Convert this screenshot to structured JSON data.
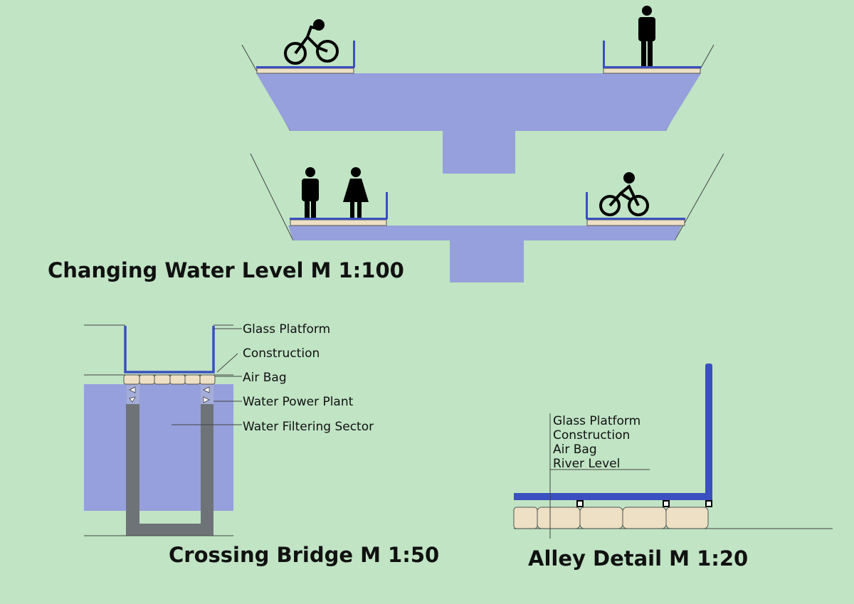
{
  "colors": {
    "background": "#c0e4c4",
    "water": "#96a0dc",
    "platform": "#3a4fc0",
    "air_bag": "#ede0c4",
    "concrete": "#6e7378"
  },
  "changing_water_level": {
    "title": "Changing Water Level M 1:100"
  },
  "crossing_bridge": {
    "title": "Crossing Bridge M 1:50",
    "labels": [
      "Glass Platform",
      "Construction",
      "Air Bag",
      "Water Power Plant",
      "Water Filtering Sector"
    ]
  },
  "alley_detail": {
    "title": "Alley Detail M 1:20",
    "labels": [
      "Glass Platform",
      "Construction",
      "Air Bag",
      "River Level"
    ]
  }
}
